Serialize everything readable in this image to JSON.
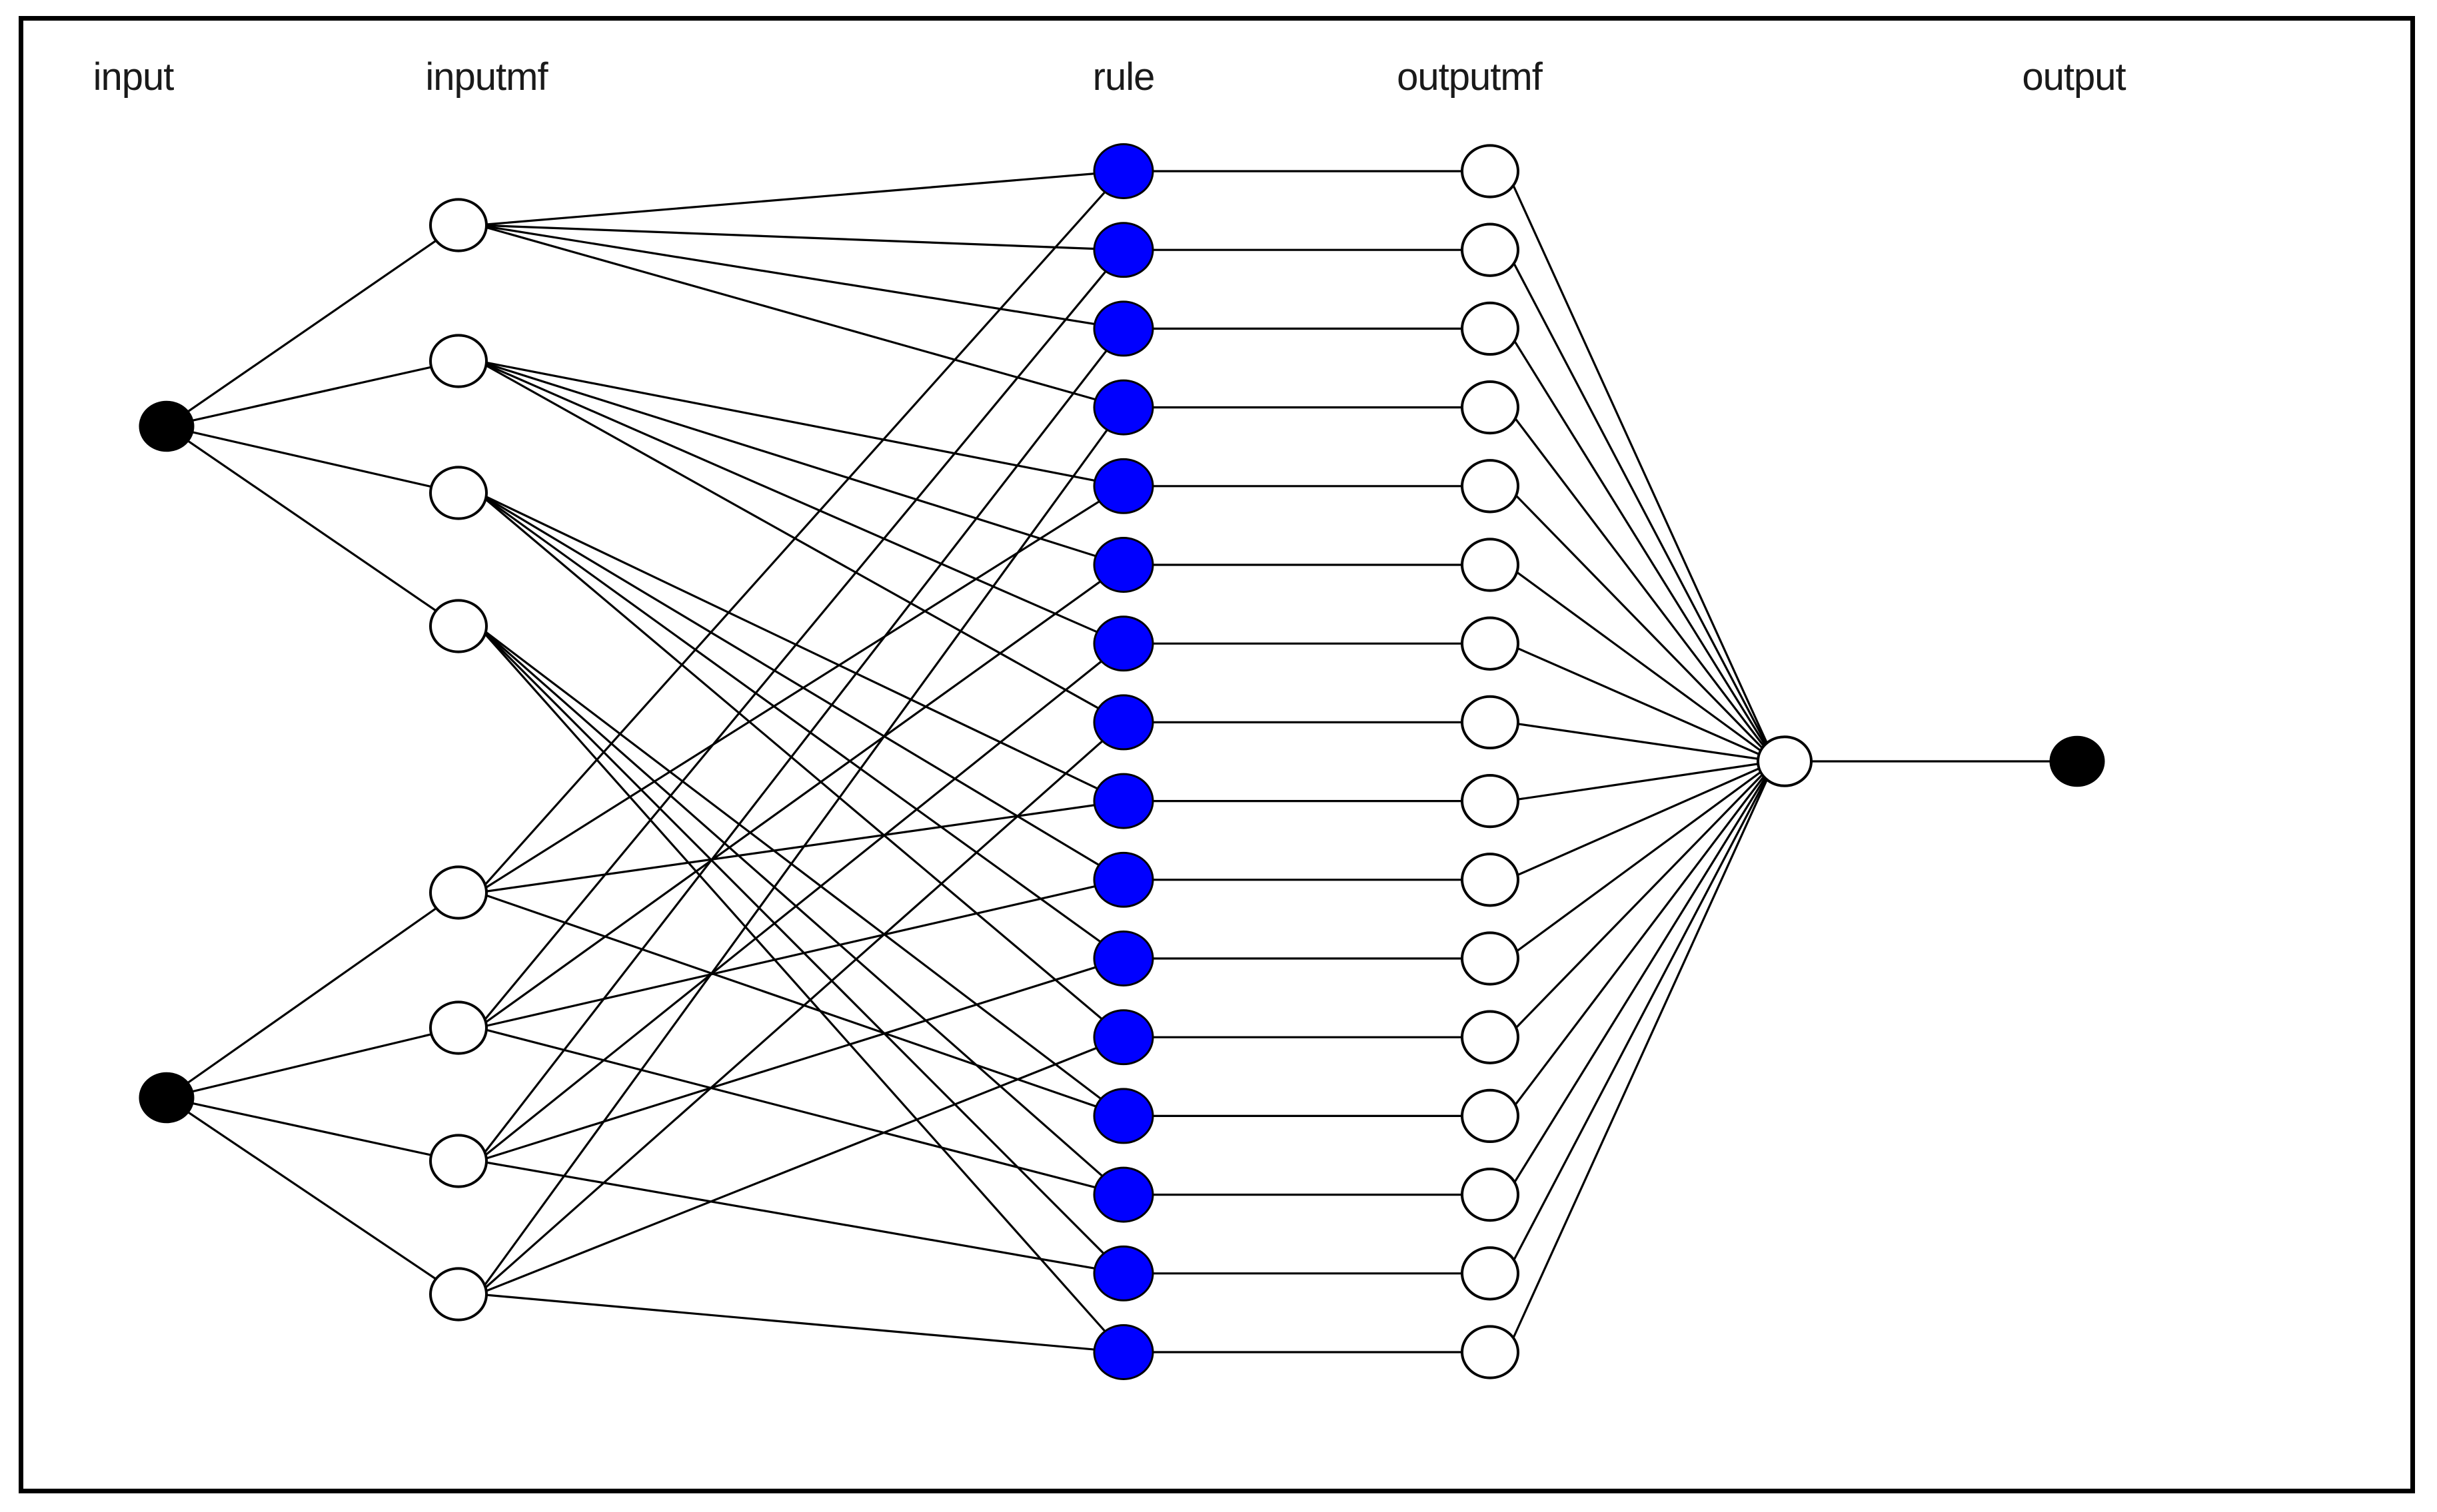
{
  "layers": {
    "input": "input",
    "inputmf": "inputmf",
    "rule": "rule",
    "outputmf": "outputmf",
    "output": "output"
  },
  "network": {
    "input_count": 2,
    "mf_per_input": 4,
    "rule_count": 16,
    "outputmf_count": 16,
    "output_count": 1
  },
  "colors": {
    "input_node": "#000000",
    "rule_node": "#0000ff",
    "hollow_node_fill": "#ffffff",
    "edge": "#000000",
    "frame": "#000000"
  }
}
